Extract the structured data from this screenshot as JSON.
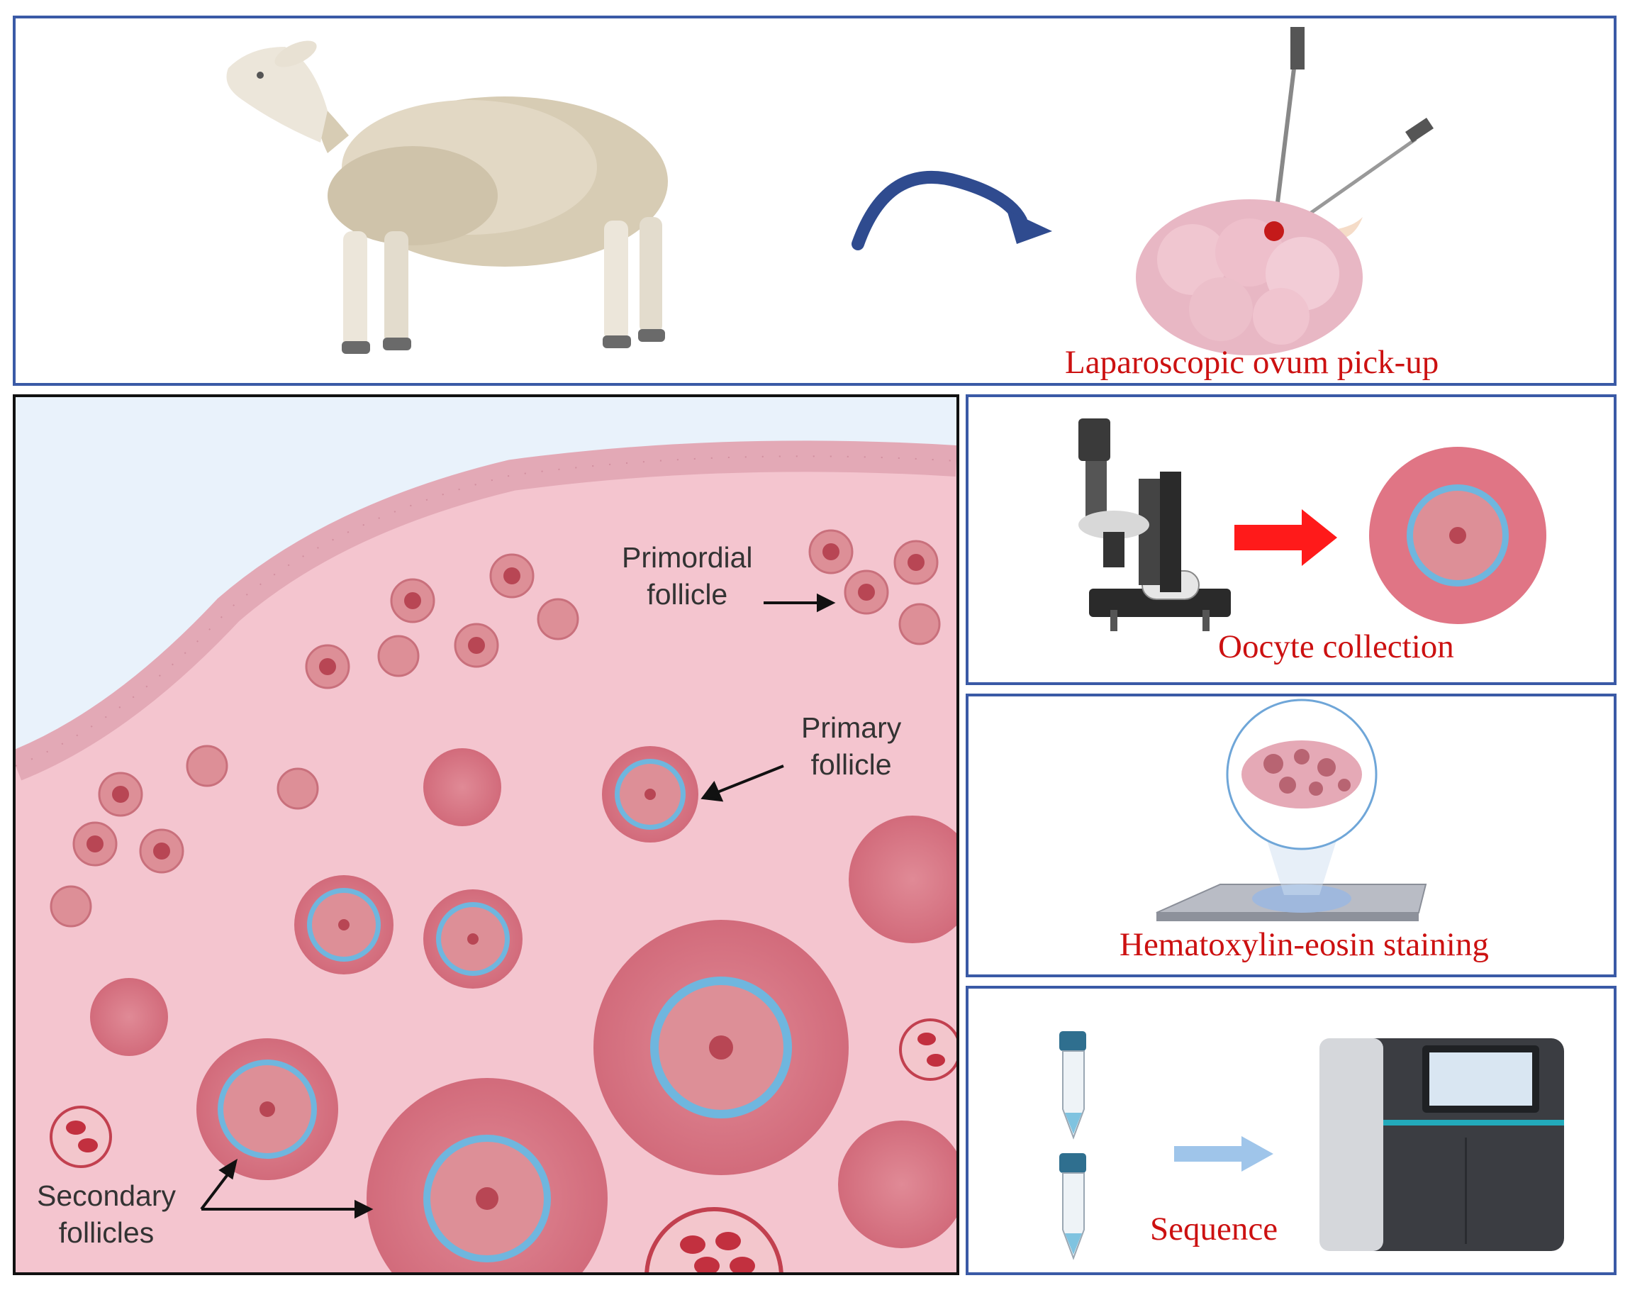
{
  "top_panel": {
    "label": "Laparoscopic ovum pick-up",
    "icons": [
      "sheep-icon",
      "curved-arrow-icon",
      "laparoscope-ovary-icon"
    ]
  },
  "ovary_panel": {
    "labels": {
      "primordial": [
        "Primordial",
        "follicle"
      ],
      "primary": [
        "Primary",
        "follicle"
      ],
      "secondary": [
        "Secondary",
        "follicles"
      ]
    }
  },
  "oocyte_panel": {
    "label": "Oocyte collection",
    "icons": [
      "microscope-icon",
      "red-arrow-icon",
      "oocyte-icon"
    ]
  },
  "staining_panel": {
    "label": "Hematoxylin-eosin staining",
    "icons": [
      "tissue-section-icon",
      "glass-slide-icon"
    ]
  },
  "sequence_panel": {
    "label": "Sequence",
    "icons": [
      "sample-tube-icon",
      "light-blue-arrow-icon",
      "sequencer-icon"
    ]
  },
  "colors": {
    "panel_border": "#3a5aa6",
    "label_red": "#cc1111",
    "tissue_pink": "#f4c5cf",
    "follicle_pink": "#d9727f",
    "zona_blue": "#6fb6de"
  }
}
